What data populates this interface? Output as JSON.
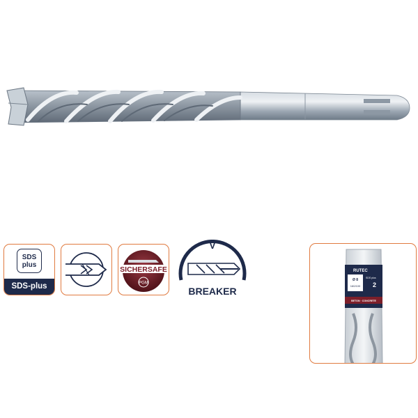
{
  "product": {
    "drill_bit": {
      "icon": "sds-plus-drill-bit-icon"
    },
    "badges": {
      "sds": {
        "top_line1": "SDS",
        "top_line2": "plus",
        "bar_label": "SDS-plus"
      },
      "safe": {
        "label": "SICHERSAFE",
        "seal": "PGM"
      },
      "breaker": {
        "label": "BREAKER",
        "letter": "V"
      }
    },
    "package": {
      "brand": "RUTEC",
      "size": "Ø 8",
      "length": "160/100",
      "system": "SDS plus",
      "number": "2",
      "material": "BETON · CONCRETE"
    }
  },
  "colors": {
    "accent": "#e07a3f",
    "navy": "#1e2a4a",
    "steel": "#a7b2bd",
    "maroon": "#7d1f2a"
  }
}
